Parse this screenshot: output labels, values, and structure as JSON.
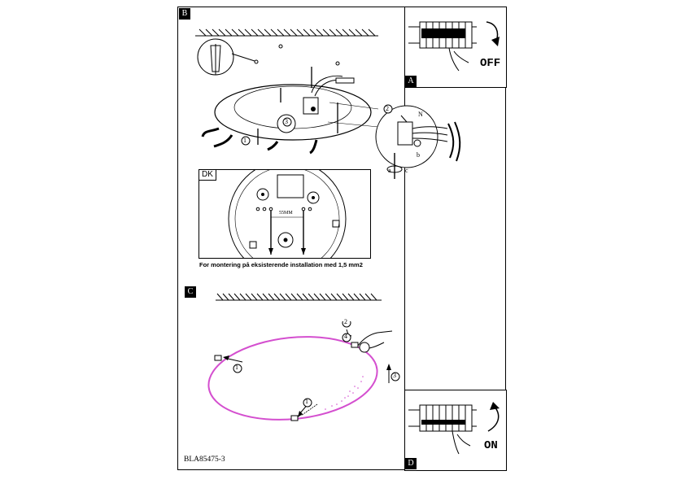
{
  "document": {
    "code": "BLA85475-3",
    "steps": {
      "mount": "B",
      "switch_off": "A",
      "shade": "C",
      "switch_on": "D"
    },
    "dk_panel": {
      "tag": "DK",
      "dimension": "55MM",
      "caption": "For montering på eksisterende installation med 1,5 mm2"
    },
    "callouts": {
      "one": "1",
      "two": "2",
      "three": "3",
      "four": "4"
    },
    "wire_labels": [
      "N",
      "a",
      "b",
      "c"
    ],
    "switch_off_label": "OFF",
    "switch_on_label": "ON",
    "shade_color": "#d44fcf"
  }
}
